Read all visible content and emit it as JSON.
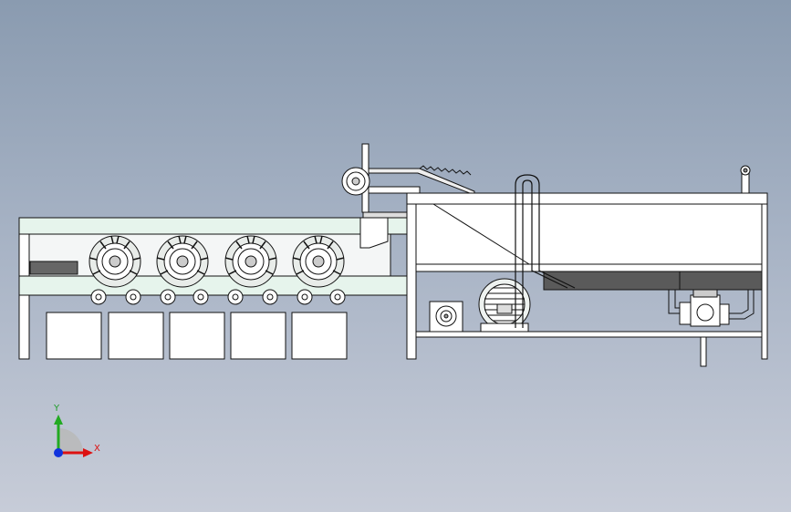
{
  "viewport": {
    "background_top": "#8a9bb0",
    "background_bottom": "#c7ccd8"
  },
  "model": {
    "line_color": "#111111",
    "frame_fill": "#ffffff",
    "conveyor_fill": "#e6f4ec",
    "hopper_dark_fill": "#5a5a5a",
    "wheel_count": 4,
    "roller_count": 8,
    "box_count": 5
  },
  "triad": {
    "x_label": "X",
    "y_label": "Y",
    "x_color": "#dd1111",
    "y_color": "#22aa22",
    "z_color": "#1133dd"
  }
}
